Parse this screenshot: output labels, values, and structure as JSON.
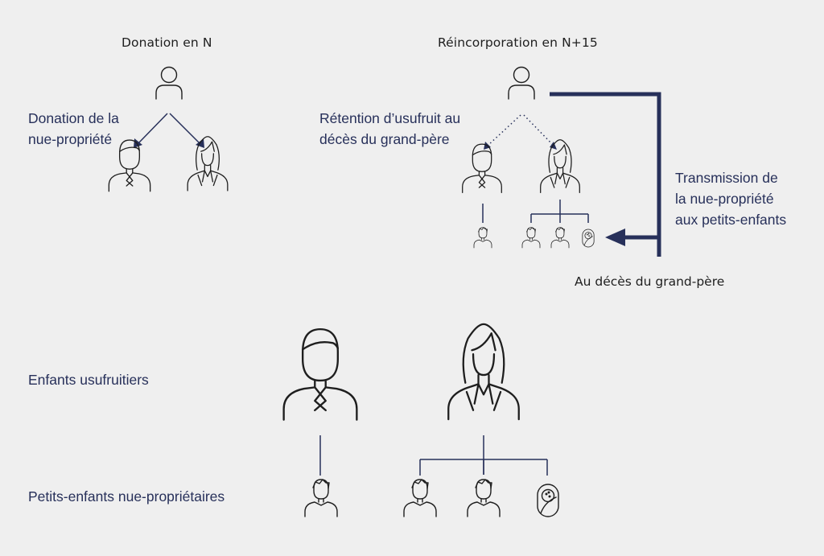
{
  "headings": {
    "left": "Donation en N",
    "right": "Réincorporation en N+15"
  },
  "labels": {
    "donation": [
      "Donation de la",
      "nue-propriété"
    ],
    "retention": [
      "Rétention d’usufruit au",
      "décès du grand-père"
    ],
    "transmission": [
      "Transmission de",
      "la nue-propriété",
      "aux petits-enfants"
    ],
    "deces": "Au décès du grand-père"
  },
  "legend": {
    "usufruitiers": "Enfants usufruitiers",
    "nue_proprietaires": "Petits-enfants nue-propriétaires"
  },
  "colors": {
    "background": "#efefef",
    "accent": "#27305a",
    "icon_stroke": "#1e1e1e",
    "text": "#1e1e1e"
  }
}
